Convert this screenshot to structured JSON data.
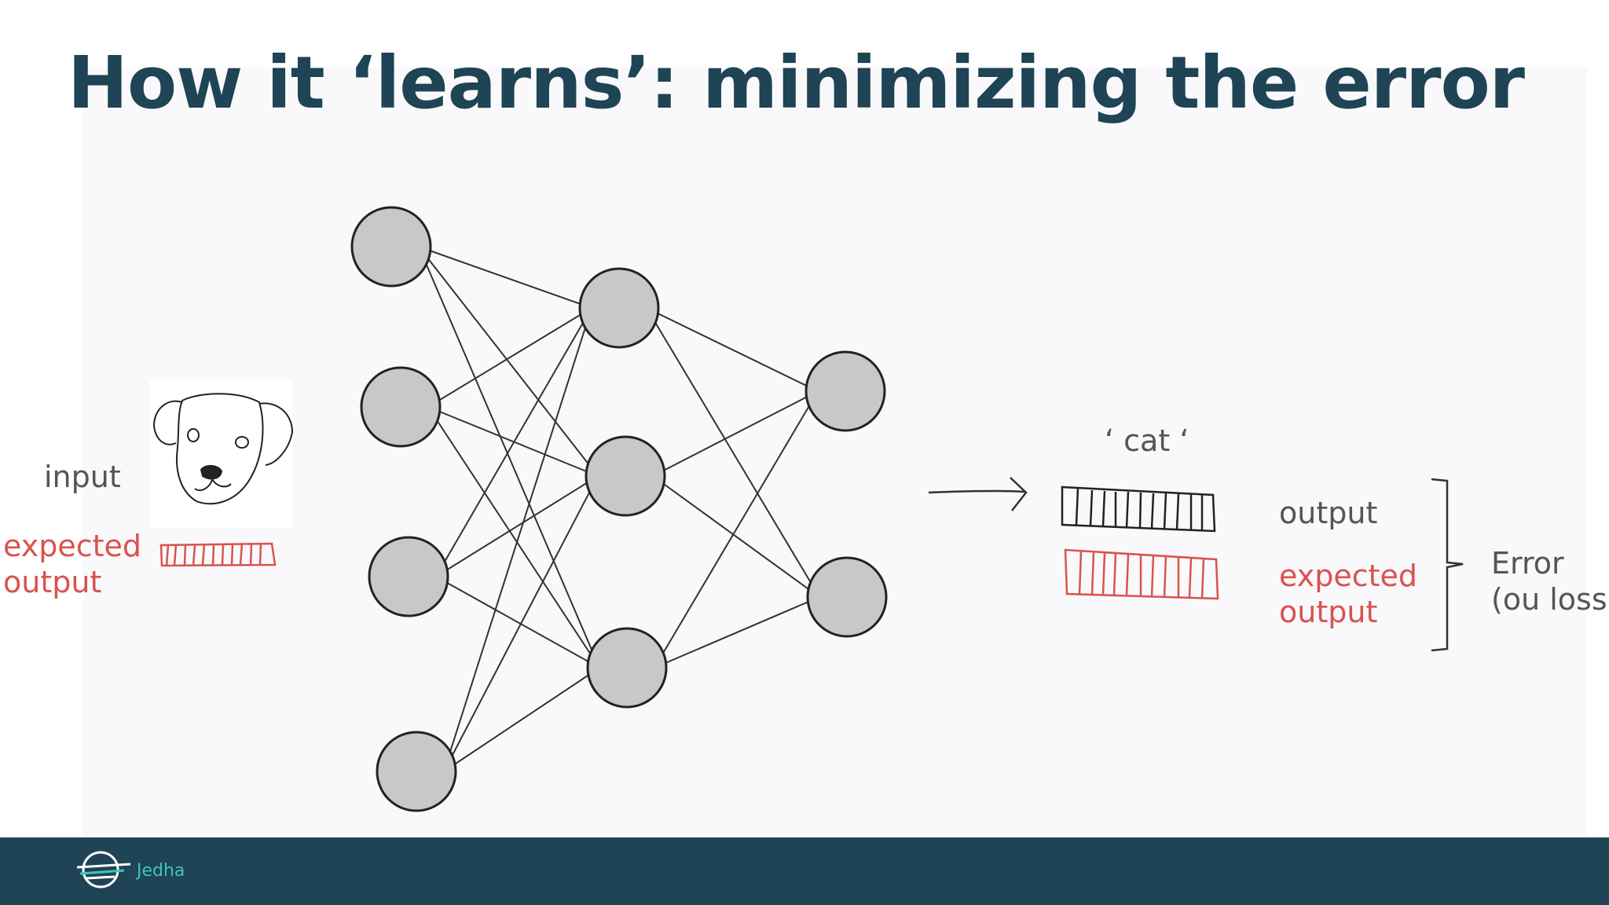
{
  "title": "How it ‘learns’: minimizing the error",
  "input_label": "input",
  "left_expected_line1": "expected",
  "left_expected_line2": "output",
  "prediction_label": "‘ cat ‘",
  "output_label": "output",
  "right_expected_line1": "expected",
  "right_expected_line2": "output",
  "error_line1": "Error",
  "error_line2": "(ou loss)",
  "brand": "Jedha",
  "colors": {
    "title": "#1e4455",
    "footer": "#1e4455",
    "accent_red": "#d9534f",
    "brand": "#3cc6c0",
    "node_fill": "#c8c7ca"
  },
  "network_layers": [
    4,
    3,
    2
  ]
}
